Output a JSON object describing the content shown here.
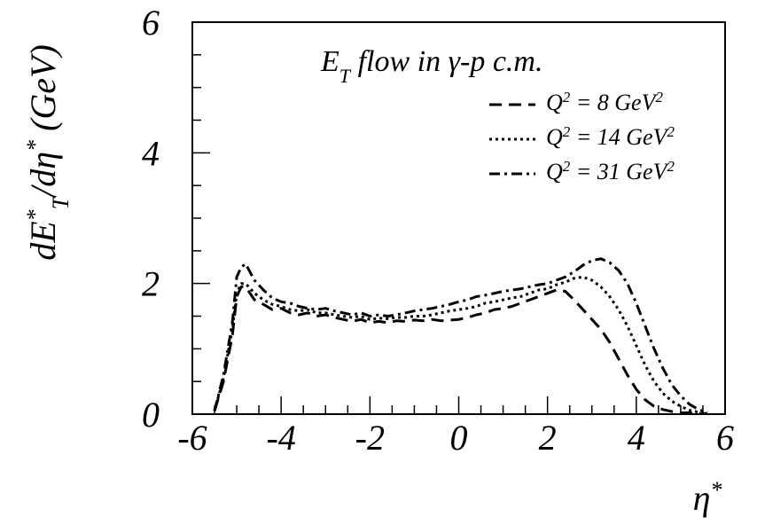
{
  "chart_data": {
    "type": "line",
    "title": "",
    "annotation": {
      "main": "E",
      "sub": "T",
      "rest": " flow in γ-p c.m."
    },
    "xlabel": {
      "main": "η",
      "sup": "*"
    },
    "ylabel": {
      "parts": [
        {
          "t": "dE"
        },
        {
          "t": "*",
          "sup": true
        },
        {
          "t": "T",
          "sub": true
        },
        {
          "t": "/dη"
        },
        {
          "t": "*",
          "sup": true
        },
        {
          "t": " (GeV)"
        }
      ]
    },
    "xlim": [
      -6,
      6
    ],
    "ylim": [
      0,
      6
    ],
    "xticks": [
      -6,
      -4,
      -2,
      0,
      2,
      4,
      6
    ],
    "yticks": [
      0,
      2,
      4,
      6
    ],
    "grid": false,
    "legend_position": "top-right",
    "series": [
      {
        "name": "Q² = 8 GeV²",
        "legend": {
          "a": "Q",
          "b": "2",
          "c": " =  8 GeV",
          "d": "2"
        },
        "dash": "14,8",
        "x": [
          -5.5,
          -5.3,
          -5.1,
          -5.0,
          -4.9,
          -4.8,
          -4.6,
          -4.4,
          -4.2,
          -4.0,
          -3.8,
          -3.6,
          -3.4,
          -3.2,
          -3.0,
          -2.8,
          -2.6,
          -2.4,
          -2.2,
          -2.0,
          -1.8,
          -1.6,
          -1.4,
          -1.2,
          -1.0,
          -0.8,
          -0.6,
          -0.4,
          -0.2,
          0.0,
          0.2,
          0.4,
          0.6,
          0.8,
          1.0,
          1.2,
          1.4,
          1.6,
          1.8,
          2.0,
          2.2,
          2.4,
          2.6,
          2.8,
          3.0,
          3.2,
          3.4,
          3.6,
          3.8,
          4.0,
          4.2,
          4.4,
          4.6,
          4.8,
          5.0,
          5.2,
          5.4,
          5.6
        ],
        "y": [
          0.05,
          0.5,
          1.2,
          1.8,
          1.95,
          1.95,
          1.75,
          1.68,
          1.6,
          1.62,
          1.55,
          1.52,
          1.55,
          1.5,
          1.52,
          1.48,
          1.45,
          1.42,
          1.45,
          1.4,
          1.42,
          1.4,
          1.43,
          1.42,
          1.44,
          1.43,
          1.45,
          1.43,
          1.44,
          1.45,
          1.48,
          1.52,
          1.55,
          1.6,
          1.62,
          1.65,
          1.7,
          1.75,
          1.8,
          1.85,
          1.9,
          1.88,
          1.75,
          1.6,
          1.45,
          1.3,
          1.1,
          0.85,
          0.6,
          0.38,
          0.22,
          0.12,
          0.07,
          0.04,
          0.02,
          0.02,
          0.01,
          0.01
        ]
      },
      {
        "name": "Q² = 14 GeV²",
        "legend": {
          "a": "Q",
          "b": "2",
          "c": " = 14 GeV",
          "d": "2"
        },
        "dash": "3,4",
        "x": [
          -5.5,
          -5.3,
          -5.1,
          -5.0,
          -4.9,
          -4.8,
          -4.6,
          -4.4,
          -4.2,
          -4.0,
          -3.8,
          -3.6,
          -3.4,
          -3.2,
          -3.0,
          -2.8,
          -2.6,
          -2.4,
          -2.2,
          -2.0,
          -1.8,
          -1.6,
          -1.4,
          -1.2,
          -1.0,
          -0.8,
          -0.6,
          -0.4,
          -0.2,
          0.0,
          0.2,
          0.4,
          0.6,
          0.8,
          1.0,
          1.2,
          1.4,
          1.6,
          1.8,
          2.0,
          2.2,
          2.4,
          2.6,
          2.8,
          3.0,
          3.2,
          3.4,
          3.6,
          3.8,
          4.0,
          4.2,
          4.4,
          4.6,
          4.8,
          5.0,
          5.2,
          5.4,
          5.6
        ],
        "y": [
          0.05,
          0.55,
          1.3,
          1.85,
          2.0,
          2.0,
          1.85,
          1.75,
          1.68,
          1.65,
          1.6,
          1.58,
          1.6,
          1.55,
          1.55,
          1.52,
          1.5,
          1.48,
          1.5,
          1.45,
          1.47,
          1.46,
          1.48,
          1.48,
          1.5,
          1.5,
          1.52,
          1.55,
          1.58,
          1.6,
          1.62,
          1.65,
          1.7,
          1.72,
          1.75,
          1.78,
          1.8,
          1.85,
          1.9,
          1.92,
          1.98,
          2.02,
          2.08,
          2.1,
          2.05,
          1.95,
          1.8,
          1.6,
          1.35,
          1.05,
          0.75,
          0.5,
          0.32,
          0.2,
          0.12,
          0.06,
          0.03,
          0.02
        ]
      },
      {
        "name": "Q² = 31 GeV²",
        "legend": {
          "a": "Q",
          "b": "2",
          "c": " = 31 GeV",
          "d": "2"
        },
        "dash": "12,5,3,5",
        "x": [
          -5.5,
          -5.3,
          -5.1,
          -5.0,
          -4.9,
          -4.8,
          -4.6,
          -4.4,
          -4.2,
          -4.0,
          -3.8,
          -3.6,
          -3.4,
          -3.2,
          -3.0,
          -2.8,
          -2.6,
          -2.4,
          -2.2,
          -2.0,
          -1.8,
          -1.6,
          -1.4,
          -1.2,
          -1.0,
          -0.8,
          -0.6,
          -0.4,
          -0.2,
          0.0,
          0.2,
          0.4,
          0.6,
          0.8,
          1.0,
          1.2,
          1.4,
          1.6,
          1.8,
          2.0,
          2.2,
          2.4,
          2.6,
          2.8,
          3.0,
          3.2,
          3.4,
          3.6,
          3.8,
          4.0,
          4.2,
          4.4,
          4.6,
          4.8,
          5.0,
          5.2,
          5.4,
          5.6
        ],
        "y": [
          0.05,
          0.6,
          1.4,
          2.1,
          2.25,
          2.3,
          2.05,
          1.9,
          1.78,
          1.72,
          1.7,
          1.65,
          1.62,
          1.6,
          1.62,
          1.58,
          1.55,
          1.52,
          1.55,
          1.5,
          1.52,
          1.5,
          1.52,
          1.55,
          1.58,
          1.6,
          1.62,
          1.65,
          1.68,
          1.72,
          1.75,
          1.8,
          1.82,
          1.85,
          1.88,
          1.9,
          1.92,
          1.95,
          1.98,
          2.0,
          2.05,
          2.1,
          2.18,
          2.28,
          2.35,
          2.38,
          2.32,
          2.2,
          2.0,
          1.7,
          1.35,
          1.0,
          0.7,
          0.45,
          0.28,
          0.15,
          0.07,
          0.03
        ]
      }
    ]
  }
}
